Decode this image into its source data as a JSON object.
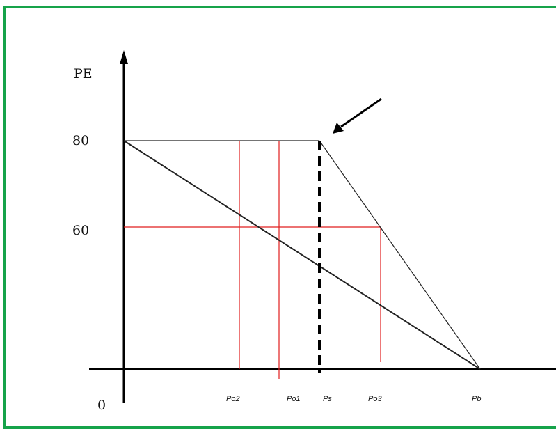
{
  "chart_data": {
    "type": "diagram",
    "y_axis": {
      "label": "PE",
      "ticks": [
        {
          "value": 80,
          "label": "80"
        },
        {
          "value": 60,
          "label": "60"
        }
      ]
    },
    "origin_label": "0",
    "x_axis": {
      "ticks": [
        {
          "id": "po2",
          "label": "Po2"
        },
        {
          "id": "po1",
          "label": "Po1"
        },
        {
          "id": "ps",
          "label": "Ps"
        },
        {
          "id": "po3",
          "label": "Po3"
        },
        {
          "id": "pb",
          "label": "Pb"
        }
      ]
    }
  },
  "colors": {
    "frame": "#16a34a",
    "axis": "#000000",
    "guide_lines": "#e11d1d",
    "curves": "#222222"
  }
}
